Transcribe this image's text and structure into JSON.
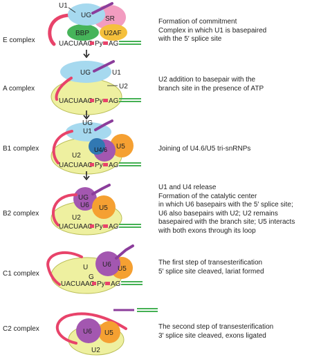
{
  "complexes": [
    {
      "label": "E complex",
      "description": [
        "Formation of commitment",
        "Complex in which U1 is basepaired",
        "with the 5′ splice site"
      ],
      "tags": {
        "u1": "U1",
        "ug": "UG",
        "sr": "SR",
        "bbp": "BBP",
        "u2af": "U2AF",
        "branch": "UACUAAC",
        "py": "Py",
        "ag": "AG"
      }
    },
    {
      "label": "A complex",
      "description": [
        "U2 addition to basepair with the",
        "branch site in the presence of ATP"
      ],
      "tags": {
        "ug": "UG",
        "u1": "U1",
        "u2": "U2",
        "branch": "UACUAAC",
        "py": "Py",
        "ag": "AG"
      }
    },
    {
      "label": "B1 complex",
      "description": [
        "Joining of U4.6/U5 tri-snRNPs"
      ],
      "tags": {
        "ug": "UG",
        "u1": "U1",
        "u46": "U4/6",
        "u5": "U5",
        "u2": "U2",
        "branch": "UACUAAC",
        "py": "Py",
        "ag": "AG"
      }
    },
    {
      "label": "B2 complex",
      "description": [
        "U1 and U4 release",
        "Formation of the catalytic center",
        "in which U6 basepairs with the 5′ splice site;",
        "U6 also basepairs with U2; U2 remains",
        "basepaired with the branch site; U5 interacts",
        "with both exons through its loop"
      ],
      "tags": {
        "ug": "UG",
        "u6": "U6",
        "u5": "U5",
        "u2": "U2",
        "branch": "UACUAAC",
        "py": "Py",
        "ag": "AG"
      }
    },
    {
      "label": "C1 complex",
      "description": [
        "The first step of transesterification",
        "5′ splice site cleaved, lariat formed"
      ],
      "tags": {
        "u": "U",
        "g": "G",
        "u6": "U6",
        "u5": "U5",
        "branch": "UACUAAC",
        "py": "Py",
        "ag": "AG"
      }
    },
    {
      "label": "C2 complex",
      "description": [
        "The second step of transesterification",
        "3′ splice site cleaved, exons ligated"
      ],
      "tags": {
        "u6": "U6",
        "u5": "U5",
        "u2": "U2"
      }
    }
  ],
  "colors": {
    "u1": "#a6d9ef",
    "u2": "#eef0a0",
    "sr": "#f29cc0",
    "bbp": "#46b45a",
    "u2af": "#f5c03c",
    "u5": "#f5a032",
    "u6": "#a357b0",
    "u46": "#3178b2",
    "rna": "#e8436a",
    "exon": "#44b053",
    "purple_rna": "#8b3d9b",
    "arrow": "#222222"
  }
}
